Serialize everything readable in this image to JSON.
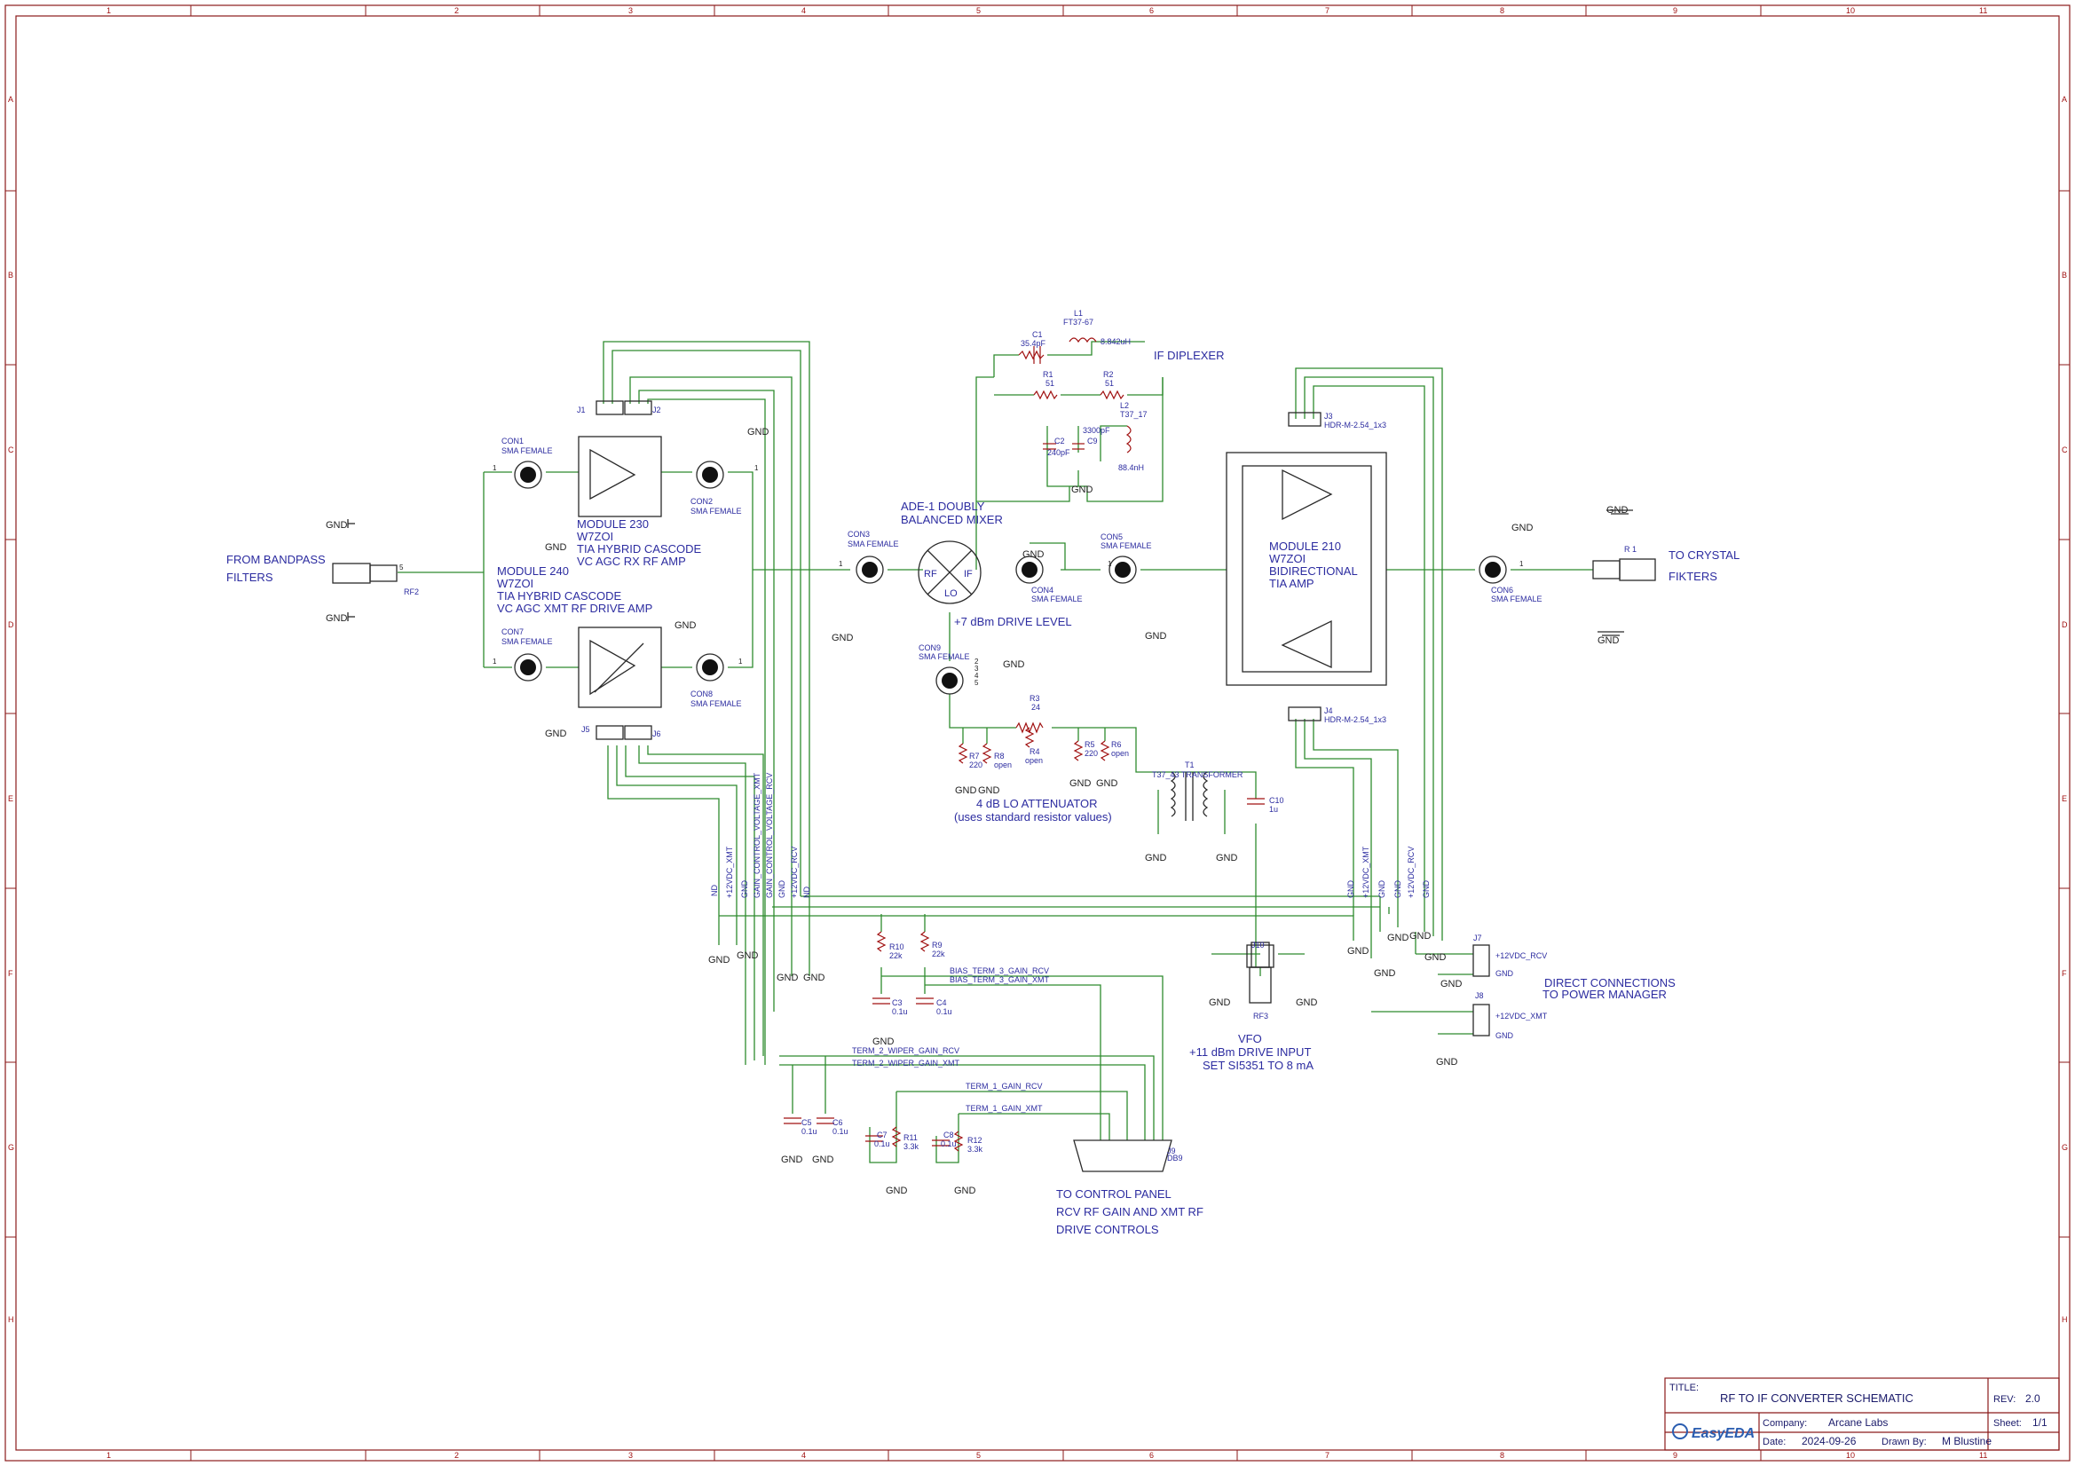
{
  "grid": {
    "columns": [
      "1",
      "2",
      "3",
      "4",
      "5",
      "6",
      "7",
      "8",
      "9",
      "10",
      "11"
    ],
    "rows": [
      "A",
      "B",
      "C",
      "D",
      "E",
      "F",
      "G",
      "H"
    ]
  },
  "colors": {
    "frame": "#8b1a1a",
    "wire": "#2e8b2e",
    "text": "#2c2ca0",
    "part": "#a01010"
  },
  "labels": {
    "from_bandpass": [
      "FROM BANDPASS",
      "FILTERS"
    ],
    "to_crystal": [
      "TO CRYSTAL",
      "FIKTERS"
    ],
    "module230": [
      "MODULE 230",
      "W7ZOI",
      "TIA HYBRID CASCODE",
      "VC AGC RX RF AMP"
    ],
    "module240": [
      "MODULE 240",
      "W7ZOI",
      "TIA HYBRID CASCODE",
      "VC AGC XMT RF DRIVE AMP"
    ],
    "module210": [
      "MODULE 210",
      "W7ZOI",
      "BIDIRECTIONAL",
      "TIA AMP"
    ],
    "mixer": [
      "ADE-1 DOUBLY",
      "BALANCED MIXER"
    ],
    "mixer_rf": "RF",
    "mixer_if": "IF",
    "mixer_lo": "LO",
    "drive_level": "+7 dBm DRIVE LEVEL",
    "if_diplexer": "IF DIPLEXER",
    "lo_attenuator": [
      "4 dB LO ATTENUATOR",
      "(uses standard resistor values)"
    ],
    "vfo": [
      "VFO",
      "+11 dBm DRIVE INPUT",
      "SET SI5351 TO 8 mA"
    ],
    "power_manager": [
      "DIRECT CONNECTIONS",
      "TO POWER MANAGER"
    ],
    "control_panel": [
      "TO CONTROL PANEL",
      "RCV RF GAIN AND XMT RF",
      "DRIVE CONTROLS"
    ],
    "transformer": "T37_43 TRANSFORMER"
  },
  "connectors": {
    "con1": [
      "CON1",
      "SMA FEMALE"
    ],
    "con2": [
      "CON2",
      "SMA FEMALE"
    ],
    "con3": [
      "CON3",
      "SMA FEMALE"
    ],
    "con4": [
      "CON4",
      "SMA FEMALE"
    ],
    "con5": [
      "CON5",
      "SMA FEMALE"
    ],
    "con6": [
      "CON6",
      "SMA FEMALE"
    ],
    "con7": [
      "CON7",
      "SMA FEMALE"
    ],
    "con8": [
      "CON8",
      "SMA FEMALE"
    ],
    "con9": [
      "CON9",
      "SMA FEMALE"
    ],
    "j1": "J1",
    "j2": "J2",
    "j3": "J3",
    "j4": "J4",
    "j5": "J5",
    "j6": "J6",
    "j7": "J7",
    "j8": "J8",
    "j9": "J9",
    "j10": "J10",
    "hdr": "HDR-M-2.54_1x3",
    "db9": "DB9",
    "rf2": "RF2",
    "rf1": "R 1",
    "rf3": "RF3",
    "j7_pins": [
      "+12VDC_RCV",
      "GND"
    ],
    "j8_pins": [
      "+12VDC_XMT",
      "GND"
    ]
  },
  "parts": {
    "l1": [
      "L1",
      "FT37-67",
      "8.842uH"
    ],
    "c1": [
      "C1",
      "35.4pF"
    ],
    "r1": [
      "R1",
      "51"
    ],
    "r2": [
      "R2",
      "51"
    ],
    "l2": [
      "L2",
      "T37_17",
      "88.4nH"
    ],
    "c2": [
      "C2",
      "240pF"
    ],
    "c9": [
      "C9",
      "3300pF"
    ],
    "r3": [
      "R3",
      "24"
    ],
    "r4": [
      "R4",
      "open"
    ],
    "r5": [
      "R5",
      "220"
    ],
    "r6": [
      "R6",
      "open"
    ],
    "r7": [
      "R7",
      "220"
    ],
    "r8": [
      "R8",
      "open"
    ],
    "t1": "T1",
    "c10": [
      "C10",
      "1u"
    ],
    "r9": [
      "R9",
      "22k"
    ],
    "r10": [
      "R10",
      "22k"
    ],
    "c3": [
      "C3",
      "0.1u"
    ],
    "c4": [
      "C4",
      "0.1u"
    ],
    "c5": [
      "C5",
      "0.1u"
    ],
    "c6": [
      "C6",
      "0.1u"
    ],
    "c7": [
      "C7",
      "0.1u"
    ],
    "c8": [
      "C8",
      "0.1u"
    ],
    "r11": [
      "R11",
      "3.3k"
    ],
    "r12": [
      "R12",
      "3.3k"
    ]
  },
  "nets": {
    "bias_rcv": "BIAS_TERM_3_GAIN_RCV",
    "bias_xmt": "BIAS_TERM_3_GAIN_XMT",
    "wiper_rcv": "TERM_2_WIPER_GAIN_RCV",
    "wiper_xmt": "TERM_2_WIPER_GAIN_XMT",
    "term1_rcv": "TERM_1_GAIN_RCV",
    "term1_xmt": "TERM_1_GAIN_XMT",
    "v12_xmt": "+12VDC_XMT",
    "v12_rcv": "+12VDC_RCV",
    "gnd": "GND",
    "gnd_short": "ND",
    "ctrl_xmt": "GAIN_CONTROL_VOLTAGE_XMT",
    "ctrl_rcv": "GAIN_CONTROL_VOLTAGE_RCV"
  },
  "pins": {
    "p1": "1",
    "p2": "2",
    "p3": "3",
    "p4": "4",
    "p5": "5"
  },
  "title_block": {
    "title_label": "TITLE:",
    "title": "RF TO IF CONVERTER SCHEMATIC",
    "rev_label": "REV:",
    "rev": "2.0",
    "company_label": "Company:",
    "company": "Arcane Labs",
    "sheet_label": "Sheet:",
    "sheet": "1/1",
    "date_label": "Date:",
    "date": "2024-09-26",
    "drawn_label": "Drawn By:",
    "drawn_by": "M Blustine",
    "logo": "EasyEDA"
  }
}
